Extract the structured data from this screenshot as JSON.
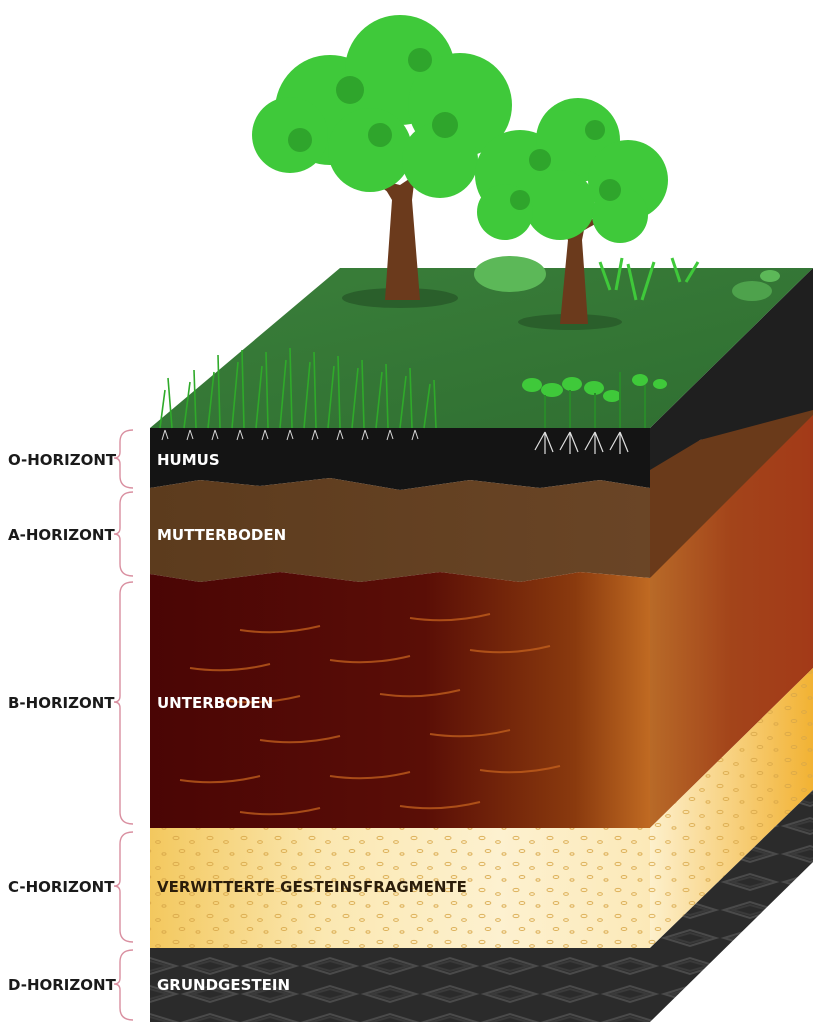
{
  "horizons": [
    {
      "id": "o",
      "label": "O-HORIZONT",
      "layer": "HUMUS",
      "color": "#141414"
    },
    {
      "id": "a",
      "label": "A-HORIZONT",
      "layer": "MUTTERBODEN",
      "color": "#5a3a1e"
    },
    {
      "id": "b",
      "label": "B-HORIZONT",
      "layer": "UNTERBODEN",
      "color": "#4a0606"
    },
    {
      "id": "c",
      "label": "C-HORIZONT",
      "layer": "VERWITTERTE GESTEINSFRAGMENTE",
      "color": "#f5cd6a"
    },
    {
      "id": "d",
      "label": "D-HORIZONT",
      "layer": "GRUNDGESTEIN",
      "color": "#2a2a2a"
    }
  ],
  "colors": {
    "grass_top": "#3b7f3a",
    "tree_foliage": "#3fc93a",
    "tree_trunk": "#6b3a1c",
    "bracket": "#d98fa0"
  }
}
